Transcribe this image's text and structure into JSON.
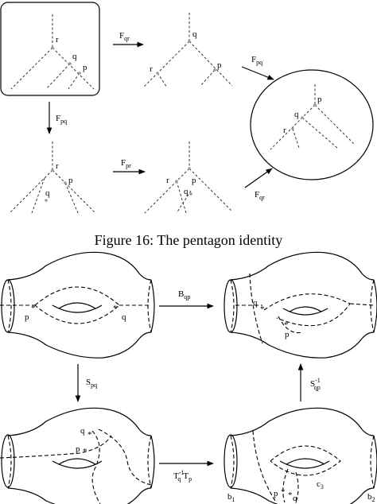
{
  "caption": "Figure 16: The pentagon identity",
  "vertex_labels": {
    "p": "p",
    "q": "q",
    "r": "r"
  },
  "pentagon_moves": {
    "top": {
      "base": "F",
      "sub": "qr"
    },
    "left": {
      "base": "F",
      "sub": "pq"
    },
    "upper_right": {
      "base": "F",
      "sub": "pq"
    },
    "bottom": {
      "base": "F",
      "sub": "pr"
    },
    "lower_right": {
      "base": "F",
      "sub": "qr"
    }
  },
  "surface_moves": {
    "top": {
      "base": "B",
      "sub": "qp",
      "sup": ""
    },
    "left": {
      "base": "S",
      "sub": "pq",
      "sup": ""
    },
    "right": {
      "base": "S",
      "sub": "qp",
      "sup": "-1"
    },
    "bottom": {
      "t1": "T",
      "s1": "q",
      "e1": "-1",
      "t2": "T",
      "s2": "p"
    }
  },
  "surface_labels": {
    "star": "*",
    "b1": "b",
    "b1_sub": "1",
    "b2": "b",
    "b2_sub": "2",
    "c3": "c",
    "c3_sub": "3"
  }
}
